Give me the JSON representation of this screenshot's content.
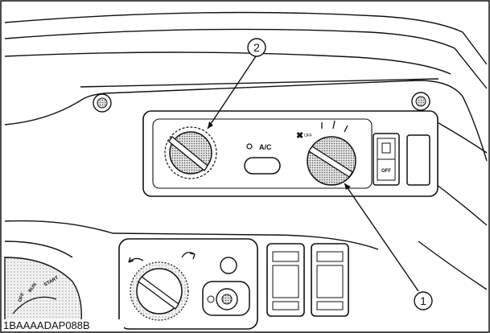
{
  "figure_id": "1BAAAADAP088B",
  "callouts": {
    "one": "1",
    "two": "2"
  },
  "panel": {
    "ac_label": "A/C",
    "fan_off_label": "OFF"
  },
  "rocker": {
    "off_label": "OFF"
  },
  "ignition": {
    "labels": [
      "OFF",
      "RUN",
      "START"
    ]
  },
  "colors": {
    "line": "#111111",
    "knob_fill": "#9a9a9a",
    "shade": "#d9d9d9",
    "background": "#ffffff"
  }
}
